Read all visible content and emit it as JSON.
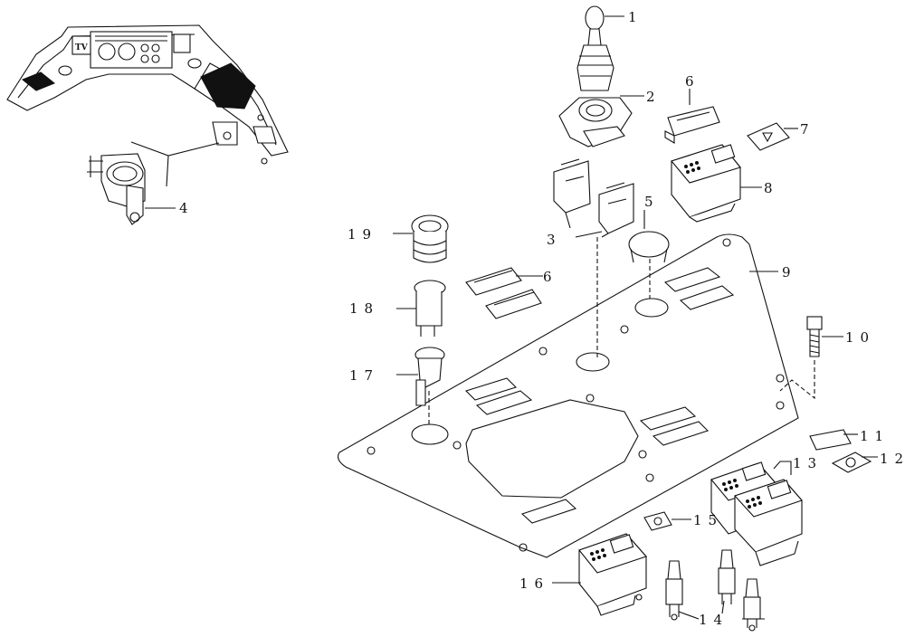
{
  "callouts": {
    "c1": "1",
    "c2": "2",
    "c3": "3",
    "c4": "4",
    "c5": "5",
    "c6a": "6",
    "c6b": "6",
    "c7": "7",
    "c8": "8",
    "c9": "9",
    "c10": "10",
    "c11": "11",
    "c12": "12",
    "c13": "13",
    "c14": "14",
    "c15": "15",
    "c16": "16",
    "c17": "17",
    "c18": "18",
    "c19": "19"
  },
  "dashboard": {
    "display_badge": "TV"
  }
}
